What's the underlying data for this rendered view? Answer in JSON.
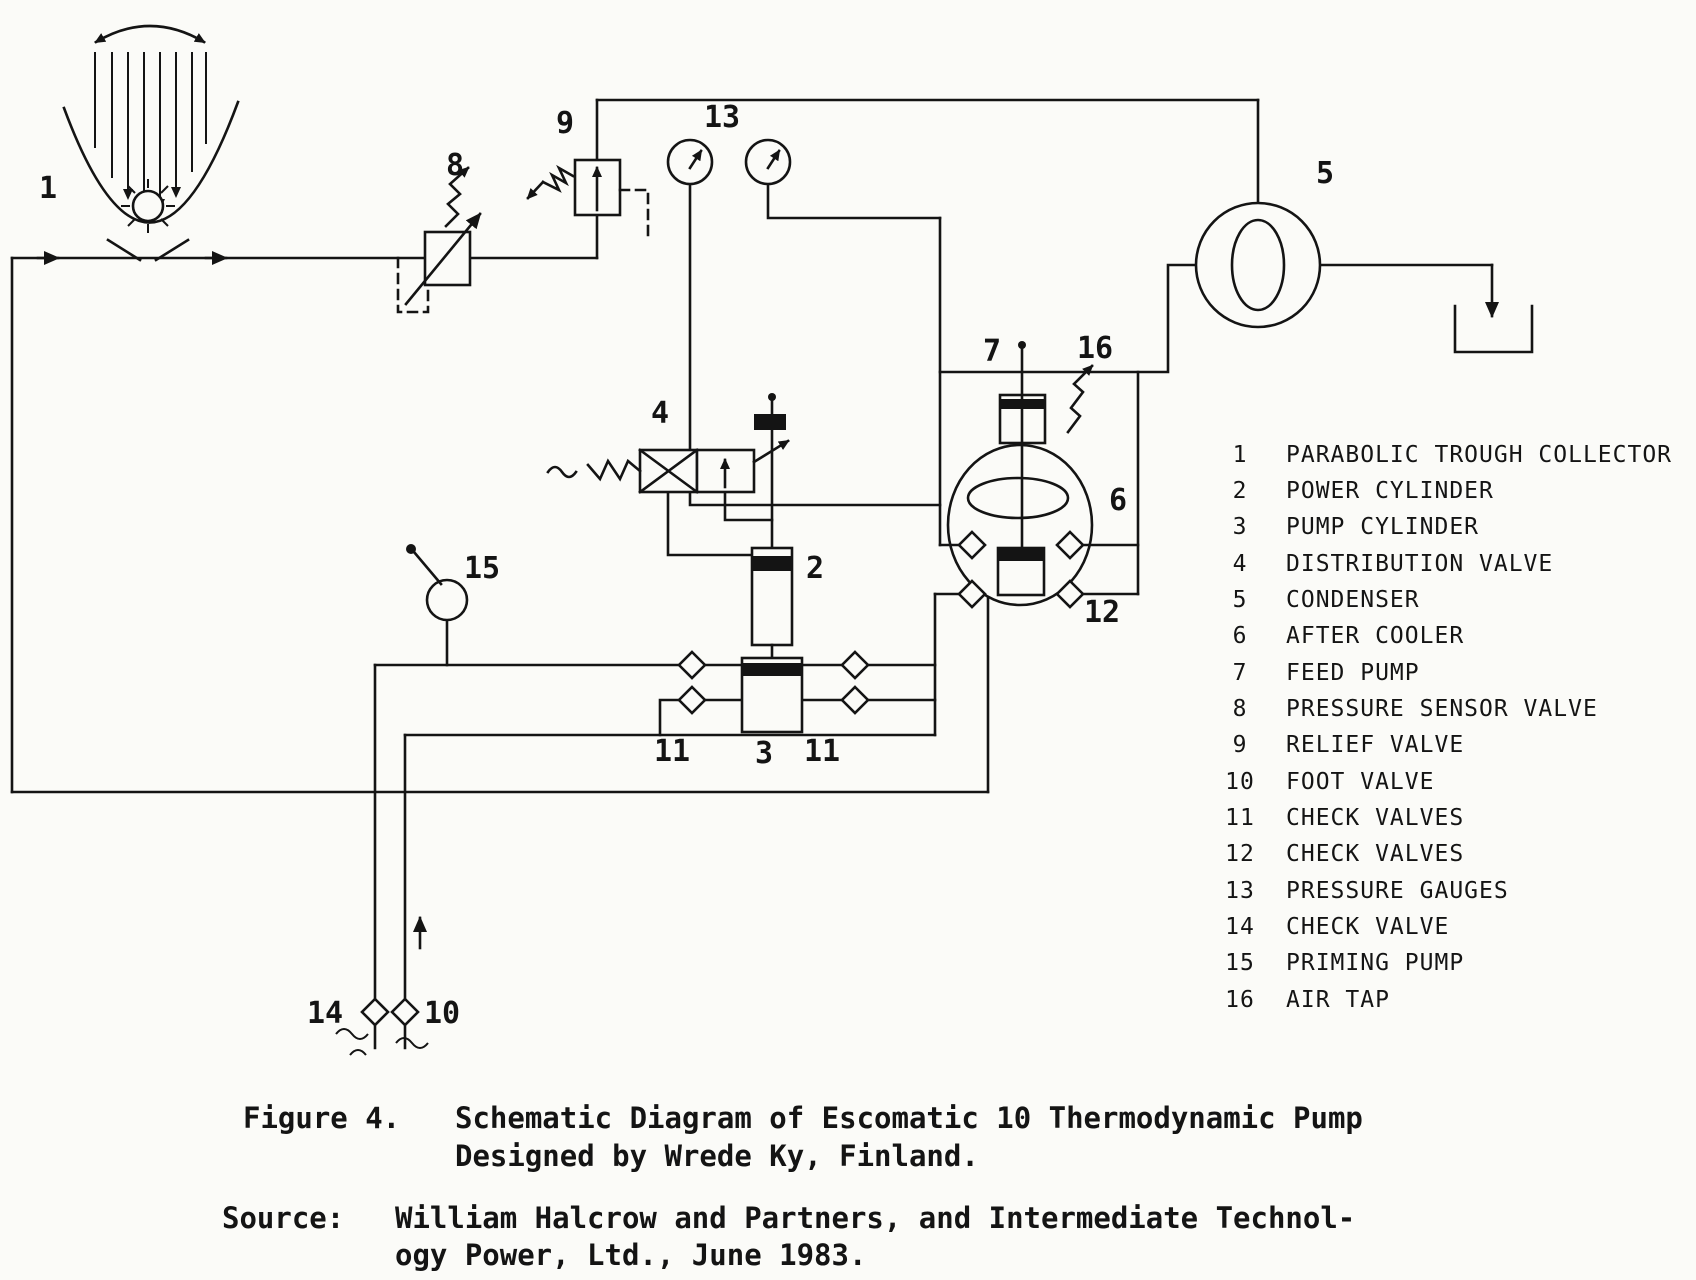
{
  "figure": {
    "caption_label": "Figure 4.",
    "caption_line1": "Schematic Diagram of Escomatic 10 Thermodynamic Pump",
    "caption_line2": "Designed by Wrede Ky, Finland.",
    "source_label": "Source:",
    "source_line1": "William Halcrow and Partners,  and Intermediate Technol-",
    "source_line2": "ogy Power, Ltd., June 1983."
  },
  "legend": {
    "items": [
      {
        "number": "1",
        "label": "PARABOLIC TROUGH COLLECTOR"
      },
      {
        "number": "2",
        "label": "POWER CYLINDER"
      },
      {
        "number": "3",
        "label": "PUMP CYLINDER"
      },
      {
        "number": "4",
        "label": "DISTRIBUTION VALVE"
      },
      {
        "number": "5",
        "label": "CONDENSER"
      },
      {
        "number": "6",
        "label": "AFTER COOLER"
      },
      {
        "number": "7",
        "label": "FEED PUMP"
      },
      {
        "number": "8",
        "label": "PRESSURE SENSOR VALVE"
      },
      {
        "number": "9",
        "label": "RELIEF VALVE"
      },
      {
        "number": "10",
        "label": "FOOT VALVE"
      },
      {
        "number": "11",
        "label": "CHECK VALVES"
      },
      {
        "number": "12",
        "label": "CHECK VALVES"
      },
      {
        "number": "13",
        "label": "PRESSURE GAUGES"
      },
      {
        "number": "14",
        "label": "CHECK VALVE"
      },
      {
        "number": "15",
        "label": "PRIMING PUMP"
      },
      {
        "number": "16",
        "label": "AIR TAP"
      }
    ]
  },
  "diagram": {
    "labels": {
      "collector": "1",
      "power_cylinder": "2",
      "pump_cylinder": "3",
      "distribution_valve": "4",
      "condenser": "5",
      "after_cooler": "6",
      "feed_pump": "7",
      "pressure_sensor_valve": "8",
      "relief_valve": "9",
      "foot_valve": "10",
      "check_valve_left": "11",
      "check_valve_right": "11",
      "check_valves_12": "12",
      "pressure_gauges": "13",
      "check_valve_14": "14",
      "priming_pump": "15",
      "air_tap": "16"
    }
  },
  "colors": {
    "ink": "#141414",
    "paper": "#fbfbf8"
  }
}
